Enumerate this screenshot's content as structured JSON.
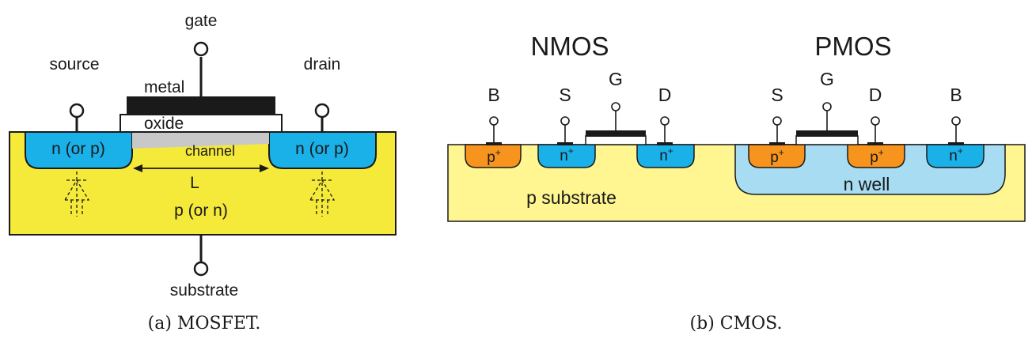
{
  "mosfet": {
    "gate": "gate",
    "source": "source",
    "drain": "drain",
    "metal": "metal",
    "oxide": "oxide",
    "channel": "channel",
    "n_left": "n (or p)",
    "n_right": "n (or p)",
    "length": "L",
    "body": "p (or n)",
    "substrate": "substrate",
    "caption": "(a) MOSFET."
  },
  "cmos": {
    "nmos_title": "NMOS",
    "pmos_title": "PMOS",
    "nmos_terminals": [
      "B",
      "S",
      "G",
      "D"
    ],
    "pmos_terminals": [
      "S",
      "G",
      "D",
      "B"
    ],
    "nmos_regions": [
      "p",
      "n",
      "n"
    ],
    "nmos_superscripts": [
      "+",
      "+",
      "+"
    ],
    "pmos_regions": [
      "p",
      "p",
      "n"
    ],
    "pmos_superscripts": [
      "+",
      "+",
      "+"
    ],
    "well": "n well",
    "substrate": "p substrate",
    "caption": "(b) CMOS."
  },
  "colors": {
    "substrate_a": "#f5e93a",
    "substrate_b": "#fff591",
    "n_region": "#1ab0e8",
    "p_region": "#f7941d",
    "n_well": "#a8dcf2",
    "metal": "#1a1a1a",
    "oxide": "#ffffff",
    "channel": "#c8c8c8"
  }
}
